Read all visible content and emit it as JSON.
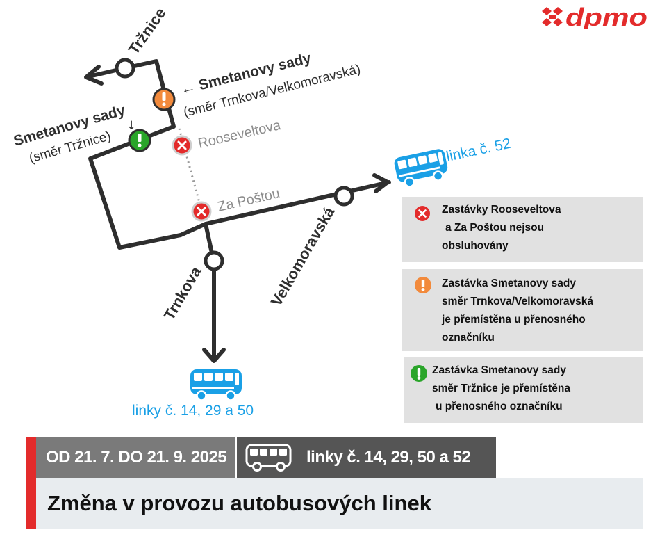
{
  "brand": {
    "logo_text": "dpmo",
    "color": "#e32b2b"
  },
  "colors": {
    "route": "#2e2e2e",
    "bus": "#1aa0e6",
    "closed": "#e32b2b",
    "moved_orange": "#f28a3c",
    "moved_green": "#2aa52a",
    "grey_label": "#8c8c8c"
  },
  "map": {
    "streets": {
      "trznice": "Tržnice",
      "trnkova": "Trnkova",
      "velkomoravska": "Velkomoravská"
    },
    "stops": {
      "smetanovy_trnkova_name": "← Smetanovy sady",
      "smetanovy_trnkova_dir": "(směr Trnkova/Velkomoravská)",
      "smetanovy_trznice_name": "Smetanovy sady",
      "smetanovy_trznice_dir": "(směr Tržnice)",
      "smetanovy_trznice_arrow": "↓",
      "rooseveltova": "Rooseveltova",
      "za_postou": "Za Poštou"
    },
    "bus_lines": {
      "east": "linka č. 52",
      "south": "linky č. 14, 29 a 50"
    }
  },
  "legend": [
    {
      "icon": "closed-stop-icon",
      "lines": [
        "Zastávky Rooseveltova",
        "a Za Poštou nejsou",
        "obsluhovány"
      ]
    },
    {
      "icon": "moved-stop-orange-icon",
      "lines": [
        "Zastávka Smetanovy sady",
        "směr Trnkova/Velkomoravská",
        "je přemístěna u přenosného",
        "označníku"
      ]
    },
    {
      "icon": "moved-stop-green-icon",
      "lines": [
        "Zastávka Smetanovy sady",
        "směr Tržnice je přemístěna",
        "u přenosného označníku"
      ]
    }
  ],
  "banner": {
    "date_range": "OD 21. 7. DO 21. 9. 2025",
    "lines": "linky č. 14, 29, 50 a 52",
    "title": "Změna v provozu autobusových linek"
  }
}
